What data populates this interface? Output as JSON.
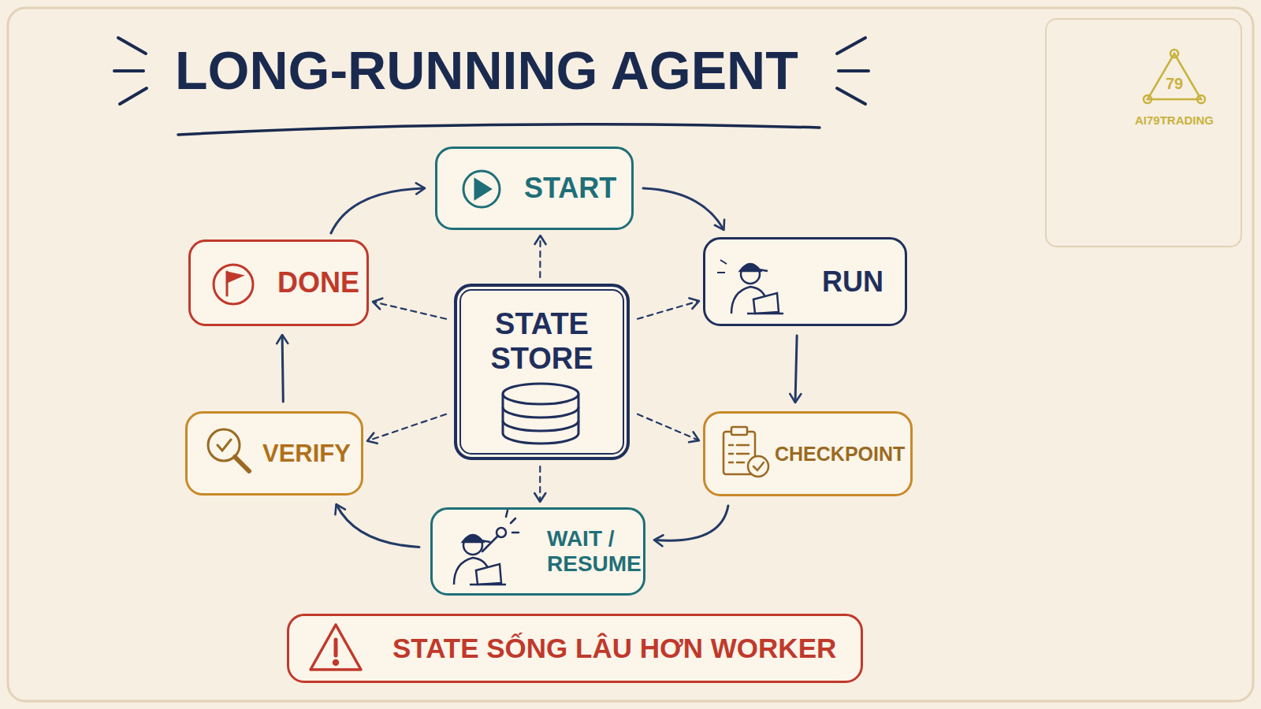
{
  "diagram": {
    "title": "LONG-RUNNING AGENT",
    "nodes": [
      {
        "text": [
          "START"
        ]
      },
      {
        "text": [
          "RUN"
        ]
      },
      {
        "text": [
          "CHECKPOINT"
        ]
      },
      {
        "text": [
          "WAIT / RESUME"
        ]
      },
      {
        "text": [
          "VERIFY"
        ]
      },
      {
        "text": [
          "DONE"
        ]
      },
      {
        "text": [
          "STATE STORE"
        ]
      },
      {
        "text": [
          "STATE SỐNG LÂU HƠN WORKER"
        ]
      }
    ],
    "edges": [
      {
        "from": 0,
        "to": 1,
        "arrow": "to"
      },
      {
        "from": 1,
        "to": 2,
        "arrow": "to"
      },
      {
        "from": 2,
        "to": 3,
        "arrow": "to"
      },
      {
        "from": 3,
        "to": 4,
        "arrow": "to"
      },
      {
        "from": 4,
        "to": 5,
        "arrow": "to"
      },
      {
        "from": 5,
        "to": 0,
        "arrow": "to"
      },
      {
        "from": 6,
        "to": 0,
        "arrow": "to"
      },
      {
        "from": 6,
        "to": 1,
        "arrow": "to"
      },
      {
        "from": 6,
        "to": 2,
        "arrow": "to"
      },
      {
        "from": 6,
        "to": 3,
        "arrow": "to"
      },
      {
        "from": 6,
        "to": 4,
        "arrow": "to"
      },
      {
        "from": 6,
        "to": 5,
        "arrow": "to"
      }
    ],
    "labels": [
      "79",
      "AI79TRADING"
    ]
  }
}
